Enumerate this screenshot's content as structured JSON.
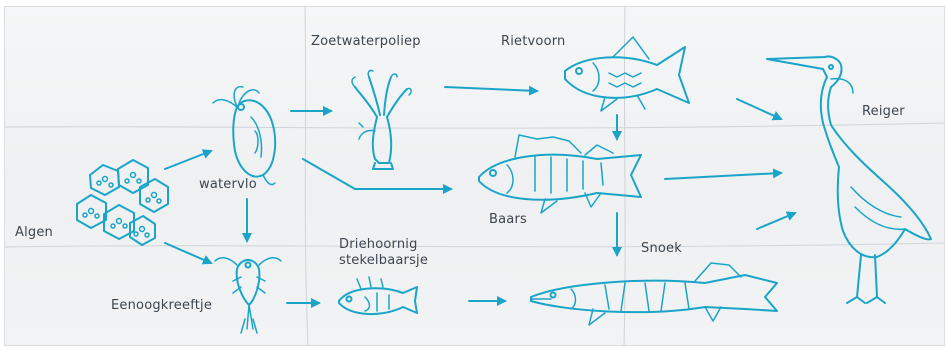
{
  "organisms": {
    "algen": "Algen",
    "watervlo": "watervlo",
    "eenoogkreeftje": "Eenoogkreeftje",
    "zoetwaterpoliep": "Zoetwaterpoliep",
    "driehoornig_line1": "Driehoornig",
    "driehoornig_line2": "stekelbaarsje",
    "rietvoorn": "Rietvoorn",
    "baars": "Baars",
    "snoek": "Snoek",
    "reiger": "Reiger"
  },
  "icons": {
    "algen": "algae-cluster-icon",
    "watervlo": "water-flea-icon",
    "eenoogkreeftje": "copepod-icon",
    "zoetwaterpoliep": "hydra-icon",
    "stekelbaarsje": "stickleback-icon",
    "rietvoorn": "rudd-icon",
    "baars": "perch-icon",
    "snoek": "pike-icon",
    "reiger": "heron-icon"
  },
  "colors": {
    "drawing": "#1aa5c8",
    "text": "#3c4650",
    "paper": "#f2f3f4"
  }
}
